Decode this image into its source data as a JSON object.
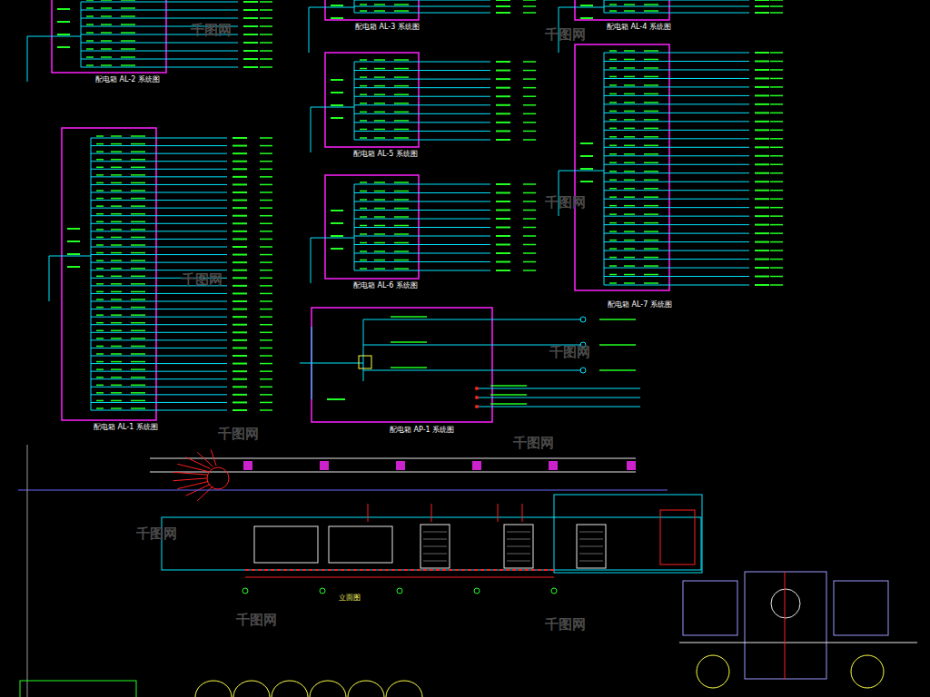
{
  "diagram": {
    "labels": [
      "配电箱 AL-2 系统图",
      "配电箱 AL-3 系统图",
      "配电箱 AL-4 系统图",
      "配电箱 AL-1 系统图",
      "配电箱 AL-5 系统图",
      "配电箱 AL-6 系统图",
      "配电箱 AL-7 系统图",
      "配电箱 AP-1 系统图",
      "立面图",
      "千图网",
      "千图网",
      "千图网",
      "千图网",
      "千图网",
      "千图网",
      "千图网",
      "千图网",
      "千图网",
      "千图网"
    ]
  }
}
